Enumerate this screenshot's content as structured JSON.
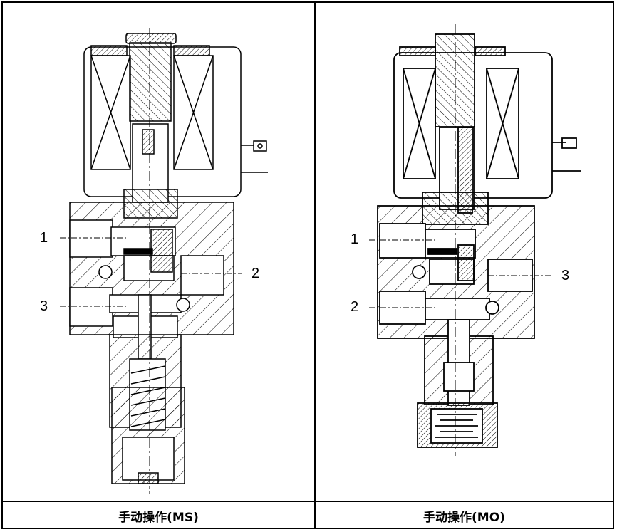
{
  "panels": [
    {
      "caption": "手动操作(MS)",
      "ports": {
        "left_upper": "1",
        "right": "2",
        "left_lower": "3"
      }
    },
    {
      "caption": "手动操作(MO)",
      "ports": {
        "left_upper": "1",
        "right": "3",
        "left_lower": "2"
      }
    }
  ]
}
